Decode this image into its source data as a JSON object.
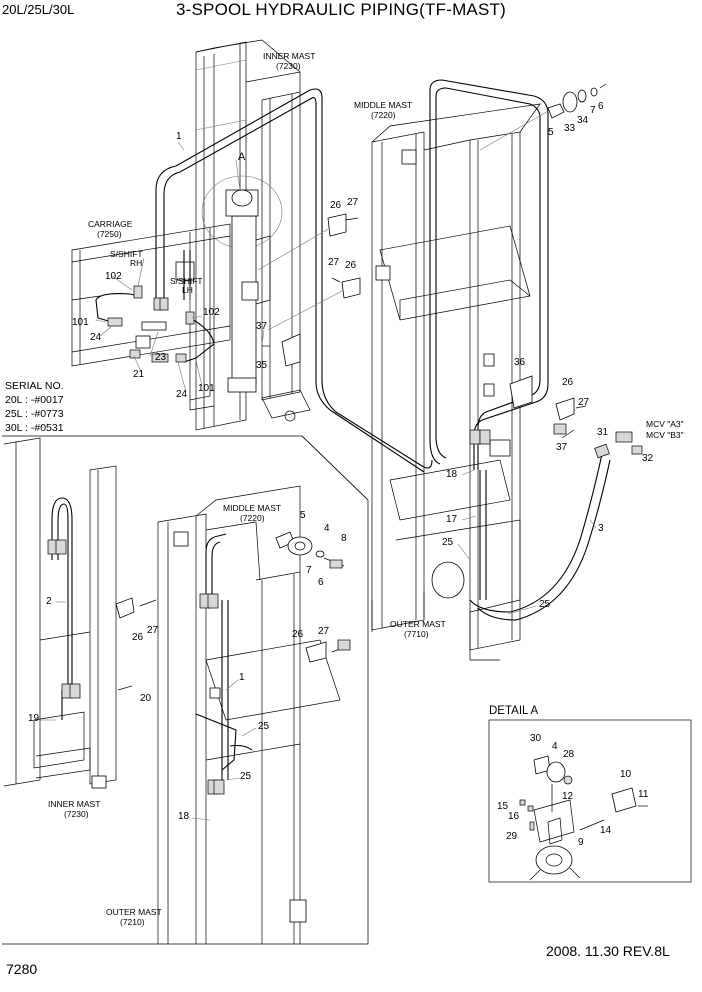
{
  "header": {
    "model": "20L/25L/30L",
    "title": "3-SPOOL HYDRAULIC PIPING(TF-MAST)"
  },
  "footer": {
    "page": "7280",
    "date_rev": "2008. 11.30  REV.8L"
  },
  "serial": {
    "title": "SERIAL NO.",
    "lines": [
      "20L : -#0017",
      "25L : -#0773",
      "30L : -#0531"
    ]
  },
  "labels": {
    "inner_mast_top": "INNER MAST",
    "inner_mast_top_code": "(7230)",
    "middle_mast_top": "MIDDLE MAST",
    "middle_mast_top_code": "(7220)",
    "carriage": "CARRIAGE",
    "carriage_code": "(7250)",
    "sshift_rh": "S/SHIFT",
    "sshift_rh_side": "RH",
    "sshift_lh": "S/SHIFT",
    "sshift_lh_side": "LH",
    "detail_a_marker": "A",
    "outer_mast_top": "OUTER MAST",
    "outer_mast_top_code": "(7710)",
    "mcv_a3": "MCV \"A3\"",
    "mcv_b3": "MCV \"B3\"",
    "middle_mast_low": "MIDDLE MAST",
    "middle_mast_low_code": "(7220)",
    "inner_mast_low": "INNER MAST",
    "inner_mast_low_code": "(7230)",
    "outer_mast_low": "OUTER MAST",
    "outer_mast_low_code": "(7210)",
    "detail_a": "DETAIL A"
  },
  "callouts": {
    "c1": "1",
    "c5": "5",
    "c33": "33",
    "c34": "34",
    "c7": "7",
    "c6": "6",
    "c26a": "26",
    "c27a": "27",
    "c27b": "27",
    "c26b": "26",
    "c102a": "102",
    "c102b": "102",
    "c101a": "101",
    "c24a": "24",
    "c23": "23",
    "c21": "21",
    "c24b": "24",
    "c101b": "101",
    "c37a": "37",
    "c35": "35",
    "c36": "36",
    "c26c": "26",
    "c27c": "27",
    "c31": "31",
    "c37b": "37",
    "c32": "32",
    "c18a": "18",
    "c17": "17",
    "c25a": "25",
    "c3": "3",
    "c25b": "25",
    "c2": "2",
    "c26d": "26",
    "c27d": "27",
    "c20": "20",
    "c19": "19",
    "c5b": "5",
    "c4": "4",
    "c8": "8",
    "c7b": "7",
    "c6b": "6",
    "c26e": "26",
    "c27e": "27",
    "c1b": "1",
    "c25c": "25",
    "c25d": "25",
    "c18b": "18",
    "c30": "30",
    "c4b": "4",
    "c28": "28",
    "c12": "12",
    "c10": "10",
    "c11": "11",
    "c15": "15",
    "c16": "16",
    "c14": "14",
    "c29": "29",
    "c9": "9"
  }
}
